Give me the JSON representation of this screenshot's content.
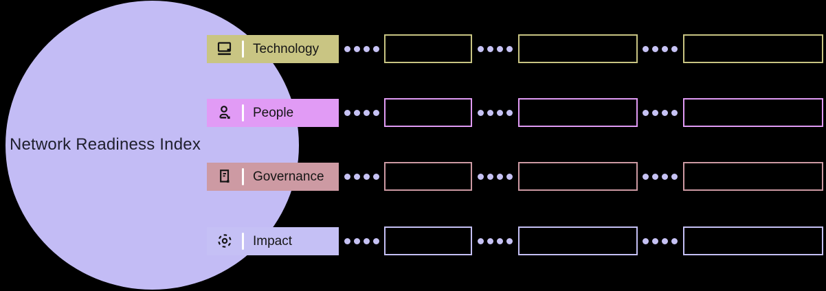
{
  "background_color": "#000000",
  "hub": {
    "label": "Network Readiness Index",
    "fill": "#c3bcf5",
    "text_color": "#20202e"
  },
  "connector_dot_color": "#c6c2f4",
  "connector_dots_per_group": 4,
  "icon_color": "#151515",
  "label_text_color": "#151515",
  "separator_color": "#ffffff",
  "pillars": [
    {
      "label": "Technology",
      "icon": "laptop-icon",
      "color": "#c9c583",
      "sub_boxes": 3
    },
    {
      "label": "People",
      "icon": "person-icon",
      "color": "#e19bf5",
      "sub_boxes": 3
    },
    {
      "label": "Governance",
      "icon": "document-icon",
      "color": "#cd9aa3",
      "sub_boxes": 3
    },
    {
      "label": "Impact",
      "icon": "target-icon",
      "color": "#c5c0f5",
      "sub_boxes": 3
    }
  ]
}
